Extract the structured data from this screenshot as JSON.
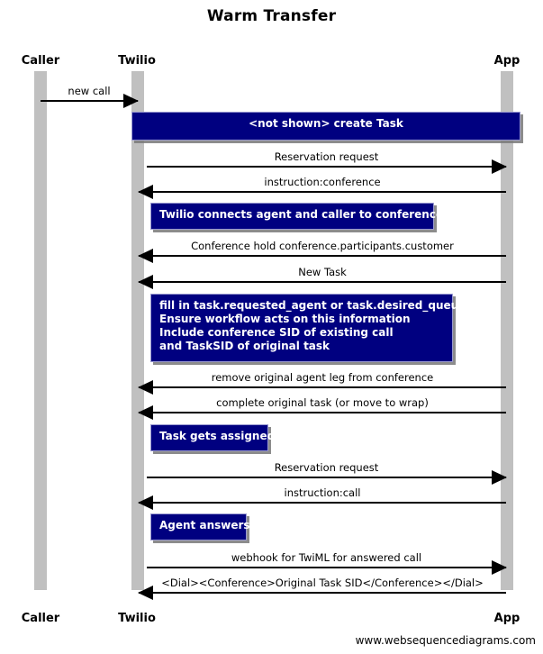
{
  "diagram": {
    "title": "Warm Transfer",
    "footer": "www.websequencediagrams.com",
    "colors": {
      "note_fill": "#000080",
      "note_text": "#ffffff",
      "lifeline": "#c0c0c0",
      "arrow": "#000000",
      "background": "#ffffff"
    }
  },
  "participants": [
    {
      "id": "caller",
      "label": "Caller"
    },
    {
      "id": "twilio",
      "label": "Twilio"
    },
    {
      "id": "app",
      "label": "App"
    }
  ],
  "participants_bottom": [
    {
      "id": "caller",
      "label": "Caller"
    },
    {
      "id": "twilio",
      "label": "Twilio"
    },
    {
      "id": "app",
      "label": "App"
    }
  ],
  "messages": [
    {
      "id": "m1",
      "from": "caller",
      "to": "twilio",
      "direction": "right",
      "label": "new call"
    },
    {
      "id": "m2",
      "from": "twilio",
      "to": "app",
      "direction": "right",
      "label": "Reservation request"
    },
    {
      "id": "m3",
      "from": "app",
      "to": "twilio",
      "direction": "left",
      "label": "instruction:conference"
    },
    {
      "id": "m4",
      "from": "app",
      "to": "twilio",
      "direction": "left",
      "label": "Conference hold conference.participants.customer"
    },
    {
      "id": "m5",
      "from": "app",
      "to": "twilio",
      "direction": "left",
      "label": "New Task"
    },
    {
      "id": "m6",
      "from": "app",
      "to": "twilio",
      "direction": "left",
      "label": "remove original agent leg from conference"
    },
    {
      "id": "m7",
      "from": "app",
      "to": "twilio",
      "direction": "left",
      "label": "complete original task (or move to wrap)"
    },
    {
      "id": "m8",
      "from": "twilio",
      "to": "app",
      "direction": "right",
      "label": "Reservation request"
    },
    {
      "id": "m9",
      "from": "app",
      "to": "twilio",
      "direction": "left",
      "label": "instruction:call"
    },
    {
      "id": "m10",
      "from": "twilio",
      "to": "app",
      "direction": "right",
      "label": "webhook for TwiML for answered call"
    },
    {
      "id": "m11",
      "from": "app",
      "to": "twilio",
      "direction": "left",
      "label": "<Dial><Conference>Original Task SID</Conference></Dial>"
    }
  ],
  "notes": [
    {
      "id": "n1",
      "align": "center",
      "lines": [
        "<not shown> create Task"
      ]
    },
    {
      "id": "n2",
      "align": "center",
      "lines": [
        "Twilio connects agent and caller to conference"
      ]
    },
    {
      "id": "n3",
      "align": "left",
      "lines": [
        "fill in task.requested_agent or task.desired_queue.",
        "Ensure workflow acts on this information",
        "Include conference SID of existing call",
        "and TaskSID of original task"
      ]
    },
    {
      "id": "n4",
      "align": "center",
      "lines": [
        "Task gets assigned"
      ]
    },
    {
      "id": "n5",
      "align": "center",
      "lines": [
        "Agent answers"
      ]
    }
  ]
}
